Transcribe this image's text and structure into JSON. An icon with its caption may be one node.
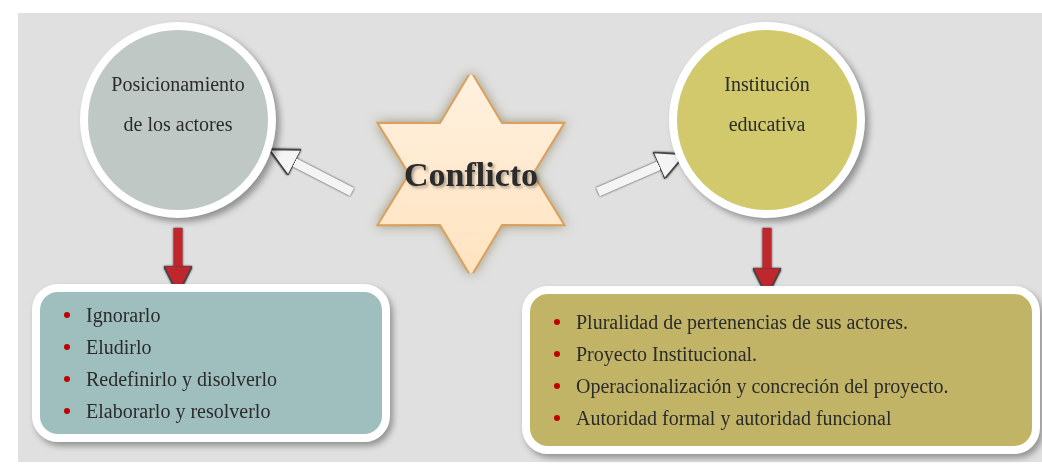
{
  "diagram": {
    "nodes": [
      {
        "text": [
          "Posicionamiento de los actores"
        ]
      },
      {
        "text": [
          "Conflicto"
        ]
      },
      {
        "text": [
          "Institución educativa"
        ]
      },
      {
        "text": [
          "Ignorarlo",
          "Eludirlo",
          "Redefinirlo y disolverlo",
          "Elaborarlo y resolverlo"
        ]
      },
      {
        "text": [
          "Pluralidad de pertenencias de sus actores.",
          "Proyecto Institucional.",
          "Operacionalización y concreción del proyecto.",
          "Autoridad formal y autoridad funcional"
        ]
      }
    ],
    "edges": [
      {
        "from": 1,
        "to": 0,
        "arrow": "to",
        "color": "#f4f4f4"
      },
      {
        "from": 1,
        "to": 2,
        "arrow": "to",
        "color": "#f4f4f4"
      },
      {
        "from": 0,
        "to": 3,
        "arrow": "to",
        "color": "#c0272d"
      },
      {
        "from": 2,
        "to": 4,
        "arrow": "to",
        "color": "#c0272d"
      }
    ]
  }
}
